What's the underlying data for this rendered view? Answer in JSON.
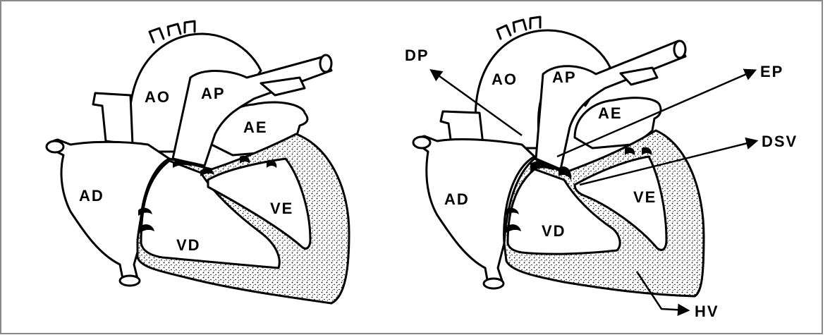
{
  "colors": {
    "background": "#ffffff",
    "ink": "#000000",
    "frame": "#888888"
  },
  "diagrams": [
    {
      "id": "normal-heart",
      "labels": {
        "ao": "AO",
        "ap": "AP",
        "ae": "AE",
        "ad": "AD",
        "ve": "VE",
        "vd": "VD"
      }
    },
    {
      "id": "hypertrophic-heart",
      "labels": {
        "ao": "AO",
        "ap": "AP",
        "ae": "AE",
        "ad": "AD",
        "ve": "VE",
        "vd": "VD"
      },
      "callouts": {
        "dp": "DP",
        "ep": "EP",
        "dsv": "DSV",
        "hv": "HV"
      }
    }
  ]
}
